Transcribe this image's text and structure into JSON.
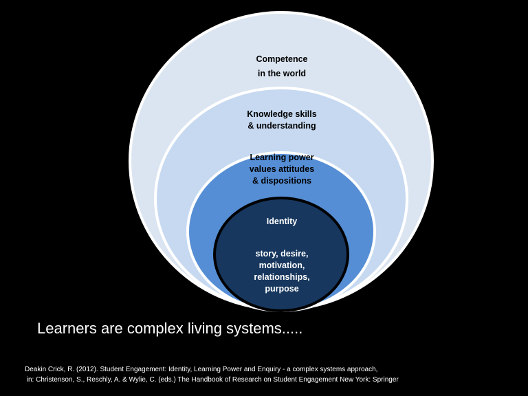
{
  "colors": {
    "background": "#000000",
    "ring1_fill": "#dbe5f1",
    "ring2_fill": "#c6d9f1",
    "ring3_fill": "#558ed5",
    "core_fill": "#17375e",
    "ring_stroke": "#ffffff",
    "core_stroke": "#000000"
  },
  "rings": [
    {
      "lines": [
        "Competence",
        "in the world"
      ]
    },
    {
      "lines": [
        "Knowledge skills",
        "& understanding"
      ]
    },
    {
      "lines": [
        "Learning power",
        "values attitudes",
        "& dispositions"
      ]
    },
    {
      "title": "Identity",
      "lines": [
        "story, desire,",
        "motivation,",
        "relationships,",
        "purpose"
      ]
    }
  ],
  "caption": "Learners are complex living systems.....",
  "reference": {
    "line1": "Deakin Crick, R. (2012). Student Engagement: Identity, Learning Power and Enquiry - a complex systems approach,",
    "line2": " in: Christenson, S., Reschly, A. & Wylie, C. (eds.) The Handbook of Research on Student Engagement New York: Springer"
  }
}
